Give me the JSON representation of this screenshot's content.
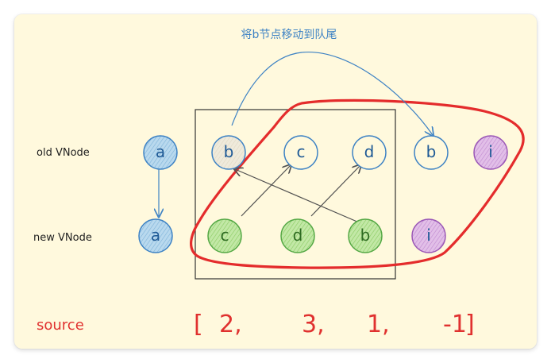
{
  "title": "将b节点移动到队尾",
  "rows": {
    "old_label": "old VNode",
    "new_label": "new VNode"
  },
  "old_nodes": [
    "a",
    "b",
    "c",
    "d",
    "b",
    "i"
  ],
  "new_nodes": [
    "a",
    "c",
    "d",
    "b",
    "i"
  ],
  "source": {
    "label": "source",
    "open_bracket": "[",
    "values": [
      "2,",
      "3,",
      "1,",
      "-1"
    ],
    "close_bracket": "]"
  },
  "colors": {
    "background": "#fff9dd",
    "blue_fill": "#9cc7e6",
    "blue_stroke": "#3d82c4",
    "beige_fill": "#ece8d6",
    "green_fill": "#a8dd86",
    "green_stroke": "#55a845",
    "purple_fill": "#d7a3df",
    "purple_stroke": "#9a57b6",
    "red": "#e42c2c",
    "arrow_blue": "#3d82c4",
    "arrow_dark": "#505050"
  }
}
